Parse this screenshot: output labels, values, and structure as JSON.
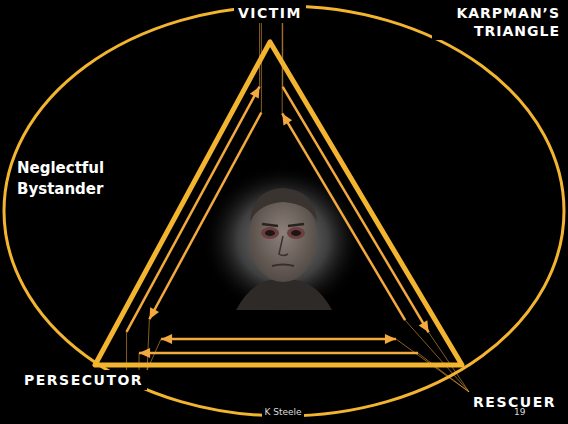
{
  "diagram": {
    "title": "KARPMAN’S TRIANGLE",
    "nodes": [
      {
        "text": [
          "VICTIM"
        ]
      },
      {
        "text": [
          "PERSECUTOR"
        ]
      },
      {
        "text": [
          "RESCUER"
        ]
      }
    ],
    "edges": [
      {
        "from": 1,
        "to": 0,
        "arrow": "to"
      },
      {
        "from": 0,
        "to": 2,
        "arrow": "to"
      },
      {
        "from": 2,
        "to": 1,
        "arrow": "to"
      },
      {
        "from": 0,
        "to": 1,
        "arrow": "to"
      },
      {
        "from": 2,
        "to": 0,
        "arrow": "to"
      },
      {
        "from": 1,
        "to": 2,
        "arrow": "both"
      }
    ],
    "labels": [
      "Neglectful Bystander",
      "K Steele",
      "19"
    ]
  }
}
